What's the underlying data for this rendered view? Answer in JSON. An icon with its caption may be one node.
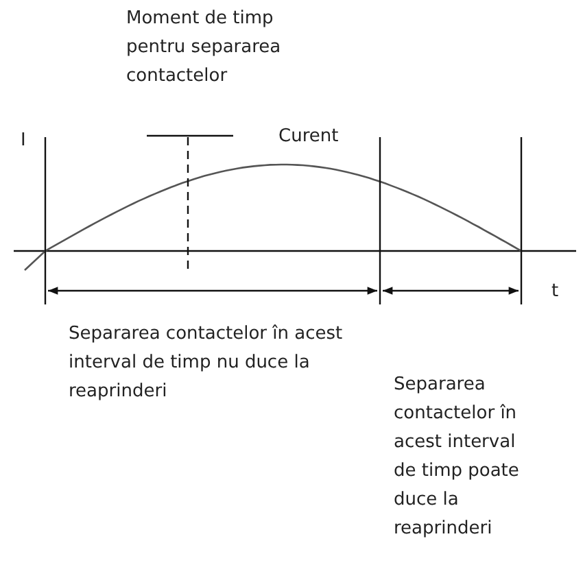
{
  "diagram": {
    "labels": [
      "Moment de timp pentru separarea contactelor",
      "I",
      "Curent",
      "t",
      "Separarea contactelor în acest interval de timp nu duce la reaprinderi",
      "Separarea contactelor în acest interval de timp poate duce la reaprinderi"
    ]
  }
}
